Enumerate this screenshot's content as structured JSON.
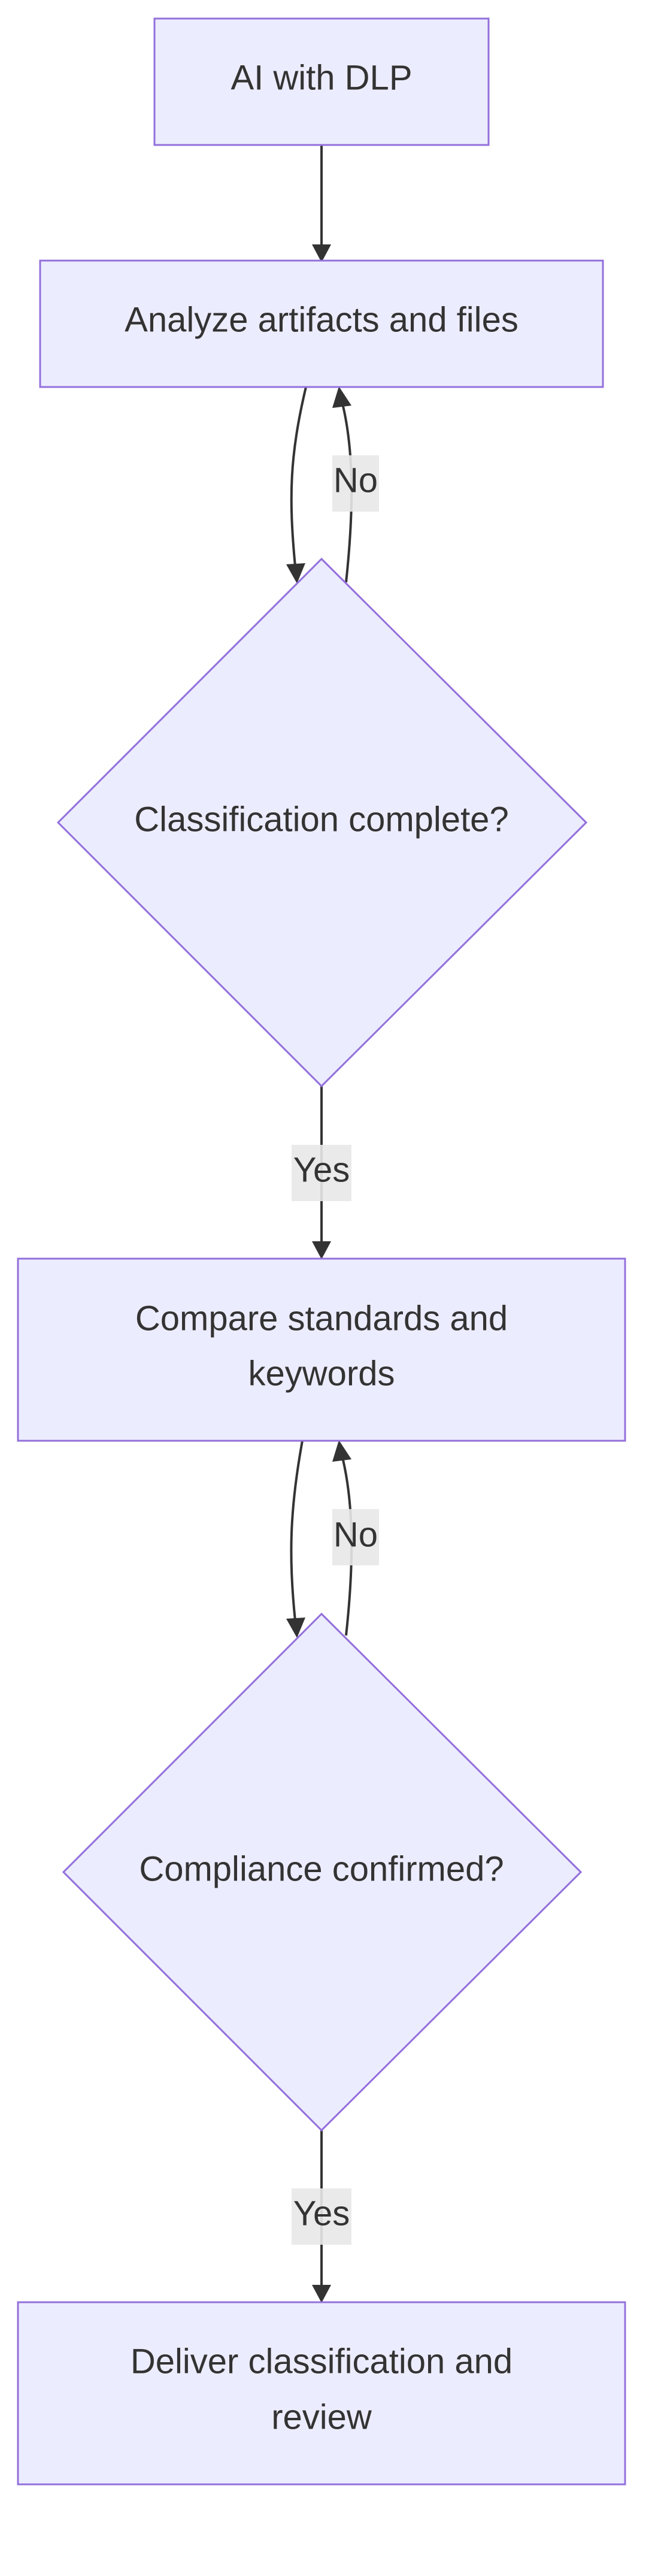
{
  "nodes": {
    "start": {
      "line1": "AI with DLP"
    },
    "analyze": {
      "line1": "Analyze artifacts and files"
    },
    "classification_decision": {
      "line1": "Classification complete?"
    },
    "compare": {
      "line1": "Compare standards and",
      "line2": "keywords"
    },
    "compliance_decision": {
      "line1": "Compliance confirmed?"
    },
    "deliver": {
      "line1": "Deliver classification and",
      "line2": "review"
    }
  },
  "edges": {
    "classification_no": "No",
    "classification_yes": "Yes",
    "compliance_no": "No",
    "compliance_yes": "Yes"
  },
  "colors": {
    "node_fill": "#ececff",
    "node_stroke": "#9370db",
    "edge": "#333333",
    "label_bg": "#e8e8e8",
    "text": "#333333"
  }
}
